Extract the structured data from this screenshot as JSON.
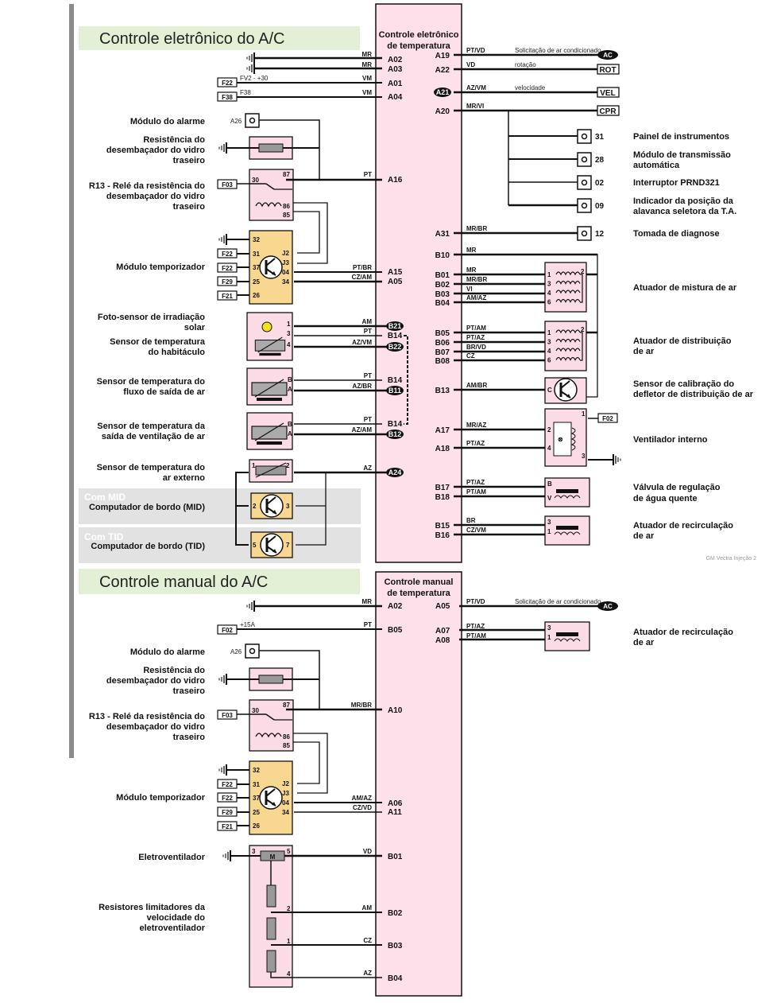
{
  "colors": {
    "ecu_fill": "#fde0ea",
    "component_pink": "#fbdbe6",
    "component_orange": "#f8d890",
    "title_band": "#e3f0d6",
    "gray_band": "#dcdcdc",
    "wire": "#111111",
    "side_bar": "#8a8a8a"
  },
  "section_electronic": {
    "title": "Controle eletrônico do A/C",
    "ecu_title_1": "Controle eletrônico",
    "ecu_title_2": "de temperatura",
    "left_pins": [
      {
        "pin": "A02",
        "wire": "MR",
        "source": "ground"
      },
      {
        "pin": "A03",
        "wire": "MR",
        "source": "ground"
      },
      {
        "pin": "A01",
        "wire": "VM",
        "source": "F22",
        "note": "FV2 - +30"
      },
      {
        "pin": "A04",
        "wire": "VM",
        "source": "F38",
        "note": "F38"
      },
      {
        "pin": "A16",
        "wire": "PT"
      },
      {
        "pin": "A15",
        "wire": "PT/BR"
      },
      {
        "pin": "A05",
        "wire": "CZ/AM"
      },
      {
        "pin": "B21",
        "wire": "AM"
      },
      {
        "pin": "B14",
        "wire": "PT"
      },
      {
        "pin": "B22",
        "wire": "AZ/VM"
      },
      {
        "pin": "B14",
        "wire": "PT"
      },
      {
        "pin": "B11",
        "wire": "AZ/BR"
      },
      {
        "pin": "B14",
        "wire": "PT"
      },
      {
        "pin": "B12",
        "wire": "AZ/AM"
      },
      {
        "pin": "A24",
        "wire": "AZ"
      }
    ],
    "right_pins": [
      {
        "pin": "A19",
        "wire": "PT/VD",
        "note": "Solicitação de ar condicionado",
        "target": "AC"
      },
      {
        "pin": "A22",
        "wire": "VD",
        "note": "rotação",
        "target": "ROT"
      },
      {
        "pin": "A21",
        "wire": "AZ/VM",
        "note": "velocidade",
        "target": "VEL"
      },
      {
        "pin": "A20",
        "wire": "MR/VI",
        "target": "CPR"
      },
      {
        "pin": "A31",
        "wire": "MR/BR"
      },
      {
        "pin": "B10",
        "wire": "MR"
      },
      {
        "pin": "B01",
        "wire": "MR"
      },
      {
        "pin": "B02",
        "wire": "MR/BR"
      },
      {
        "pin": "B03",
        "wire": "VI"
      },
      {
        "pin": "B04",
        "wire": "AM/AZ"
      },
      {
        "pin": "B05",
        "wire": "PT/AM"
      },
      {
        "pin": "B06",
        "wire": "PT/AZ"
      },
      {
        "pin": "B07",
        "wire": "BR/VD"
      },
      {
        "pin": "B08",
        "wire": "CZ"
      },
      {
        "pin": "B13",
        "wire": "AM/BR"
      },
      {
        "pin": "A17",
        "wire": "MR/AZ"
      },
      {
        "pin": "A18",
        "wire": "PT/AZ"
      },
      {
        "pin": "B17",
        "wire": "PT/AZ"
      },
      {
        "pin": "B18",
        "wire": "PT/AM"
      },
      {
        "pin": "B15",
        "wire": "BR"
      },
      {
        "pin": "B16",
        "wire": "CZ/VM"
      }
    ],
    "left_components": [
      {
        "name": "Módulo do alarme",
        "pin": "A26"
      },
      {
        "name_lines": [
          "Resistência do",
          "desembaçador do vidro",
          "traseiro"
        ]
      },
      {
        "name_lines": [
          "R13 - Relé da resistência do",
          "desembaçador do vidro",
          "traseiro"
        ],
        "pins": [
          "30",
          "87",
          "86",
          "85"
        ],
        "fuse": "F03"
      },
      {
        "name": "Módulo temporizador",
        "pins_left": [
          "32",
          "31",
          "37",
          "25",
          "26"
        ],
        "pins_right": [
          "J2",
          "J3",
          "04",
          "34"
        ],
        "fuses": [
          "F22",
          "F22",
          "F29",
          "F21"
        ]
      },
      {
        "name_lines": [
          "Foto-sensor de irradiação",
          "solar"
        ],
        "pins": [
          "1",
          "3",
          "4"
        ]
      },
      {
        "name_lines": [
          "Sensor de temperatura",
          "do habitáculo"
        ]
      },
      {
        "name_lines": [
          "Sensor de temperatura do",
          "fluxo de saída de ar"
        ],
        "pins": [
          "B",
          "A"
        ]
      },
      {
        "name_lines": [
          "Sensor de temperatura da",
          "saída de ventilação de ar"
        ],
        "pins": [
          "B",
          "A"
        ]
      },
      {
        "name_lines": [
          "Sensor de temperatura do",
          "ar externo"
        ],
        "pins": [
          "1",
          "2"
        ]
      },
      {
        "band": "Com MID",
        "name": "Computador de bordo (MID)",
        "pins": [
          "2",
          "3"
        ]
      },
      {
        "band": "Com TID",
        "name": "Computador de bordo (TID)",
        "pins": [
          "5",
          "7"
        ]
      }
    ],
    "right_components": [
      {
        "pin": "31",
        "name": "Painel de instrumentos"
      },
      {
        "pin": "28",
        "name_lines": [
          "Módulo de transmissão",
          "automática"
        ]
      },
      {
        "pin": "02",
        "name": "Interruptor PRND321"
      },
      {
        "pin": "09",
        "name_lines": [
          "Indicador da posição da",
          "alavanca seletora da T.A."
        ]
      },
      {
        "pin": "12",
        "name": "Tomada de diagnose"
      },
      {
        "name": "Atuador de mistura de ar",
        "pins": [
          "1",
          "3",
          "4",
          "6",
          "2"
        ]
      },
      {
        "name_lines": [
          "Atuador de distribuição",
          "de ar"
        ],
        "pins": [
          "1",
          "3",
          "4",
          "6",
          "2"
        ]
      },
      {
        "name_lines": [
          "Sensor de calibração do",
          "defletor de distribuição de ar"
        ],
        "pins": [
          "C"
        ]
      },
      {
        "name": "Ventilador interno",
        "pins": [
          "1",
          "2",
          "4",
          "3"
        ],
        "fuse": "F02"
      },
      {
        "name_lines": [
          "Válvula de regulação",
          "de água quente"
        ],
        "pins": [
          "B",
          "V"
        ]
      },
      {
        "name_lines": [
          "Atuador de recirculação",
          "de ar"
        ],
        "pins": [
          "3",
          "1"
        ]
      }
    ],
    "credit": "GM Vectra Injeção 2"
  },
  "section_manual": {
    "title": "Controle manual do A/C",
    "ecu_title_1": "Controle manual",
    "ecu_title_2": "de temperatura",
    "left_pins": [
      {
        "pin": "A02",
        "wire": "MR",
        "source": "ground"
      },
      {
        "pin": "B05",
        "wire": "PT",
        "source": "F02",
        "note": "+15A"
      },
      {
        "pin": "A10",
        "wire": "MR/BR"
      },
      {
        "pin": "A06",
        "wire": "AM/AZ"
      },
      {
        "pin": "A11",
        "wire": "CZ/VD"
      },
      {
        "pin": "B01",
        "wire": "VD"
      },
      {
        "pin": "B02",
        "wire": "AM"
      },
      {
        "pin": "B03",
        "wire": "CZ"
      },
      {
        "pin": "B04",
        "wire": "AZ"
      }
    ],
    "right_pins": [
      {
        "pin": "A05",
        "wire": "PT/VD",
        "note": "Solicitação de ar condicionado",
        "target": "AC"
      },
      {
        "pin": "A07",
        "wire": "PT/AZ"
      },
      {
        "pin": "A08",
        "wire": "PT/AM"
      }
    ],
    "left_components": [
      {
        "name": "Módulo do alarme",
        "pin": "A26"
      },
      {
        "name_lines": [
          "Resistência do",
          "desembaçador do vidro",
          "traseiro"
        ]
      },
      {
        "name_lines": [
          "R13 - Relé da resistência do",
          "desembaçador do vidro",
          "traseiro"
        ],
        "pins": [
          "30",
          "87",
          "86",
          "85"
        ],
        "fuse": "F03"
      },
      {
        "name": "Módulo temporizador",
        "pins_left": [
          "32",
          "31",
          "37",
          "25",
          "26"
        ],
        "pins_right": [
          "J2",
          "J3",
          "04",
          "34"
        ],
        "fuses": [
          "F22",
          "F22",
          "F29",
          "F21"
        ]
      },
      {
        "name": "Eletroventilador",
        "pins": [
          "3",
          "5"
        ],
        "motor": "M"
      },
      {
        "name_lines": [
          "Resistores limitadores da",
          "velocidade do",
          "eletroventilador"
        ],
        "pins": [
          "2",
          "1",
          "4"
        ]
      }
    ],
    "right_components": [
      {
        "name_lines": [
          "Atuador de recirculação",
          "de ar"
        ],
        "pins": [
          "3",
          "1"
        ]
      }
    ]
  }
}
